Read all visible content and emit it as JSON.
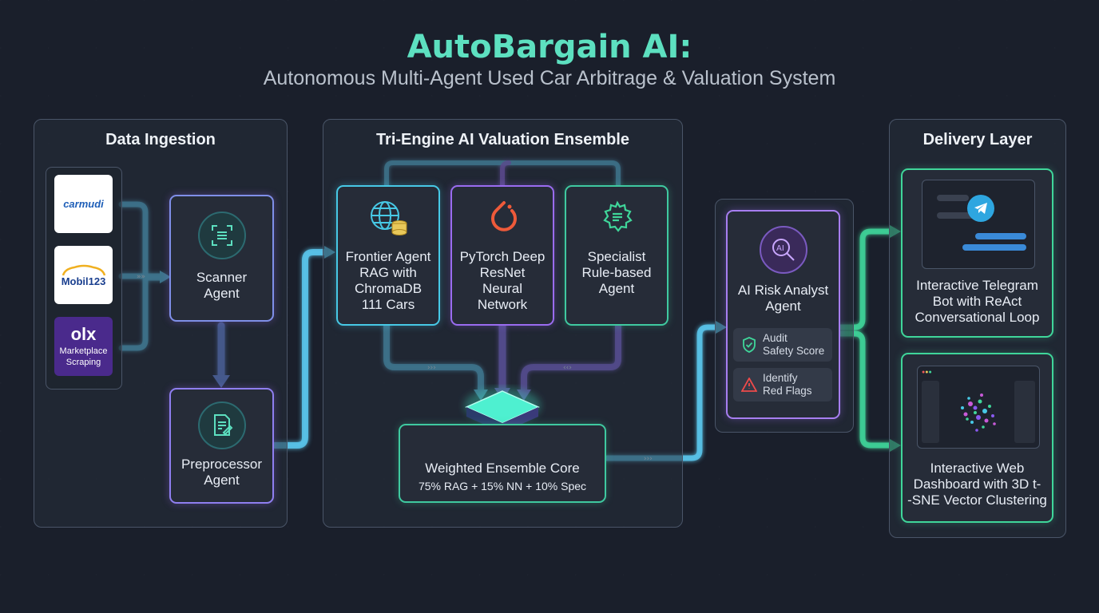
{
  "header": {
    "title": "AutoBargain AI:",
    "subtitle": "Autonomous Multi-Agent Used Car Arbitrage & Valuation System"
  },
  "ingestion": {
    "title": "Data Ingestion",
    "sources": [
      {
        "label": "carmudi",
        "icon": "carmudi-logo"
      },
      {
        "label": "Mobil123",
        "icon": "mobil123-logo"
      },
      {
        "label": "olx",
        "caption": "Marketplace Scraping",
        "icon": "olx-logo"
      }
    ],
    "scanner": {
      "label_1": "Scanner",
      "label_2": "Agent",
      "icon": "scanner-icon"
    },
    "preprocessor": {
      "label_1": "Preprocessor",
      "label_2": "Agent",
      "icon": "document-edit-icon"
    }
  },
  "ensemble": {
    "title": "Tri-Engine AI Valuation Ensemble",
    "frontier": {
      "lines": [
        "Frontier Agent",
        "RAG with",
        "ChromaDB",
        "111 Cars"
      ],
      "icon": "globe-database-icon"
    },
    "pytorch": {
      "lines": [
        "PyTorch Deep",
        "ResNet",
        "Neural",
        "Network"
      ],
      "icon": "pytorch-icon"
    },
    "specialist": {
      "lines": [
        "Specialist",
        "Rule-based",
        "Agent"
      ],
      "icon": "gear-icon"
    },
    "core": {
      "title": "Weighted Ensemble Core",
      "formula": "75% RAG + 15% NN + 10% Spec",
      "icon": "chip-icon"
    }
  },
  "risk": {
    "title_1": "AI Risk Analyst",
    "title_2": "Agent",
    "icon": "ai-magnifier-icon",
    "audit": {
      "line_1": "Audit",
      "line_2": "Safety Score",
      "icon": "shield-check-icon"
    },
    "flags": {
      "line_1": "Identify",
      "line_2": "Red Flags",
      "icon": "warning-icon"
    }
  },
  "delivery": {
    "title": "Delivery Layer",
    "telegram": {
      "lines": [
        "Interactive Telegram",
        "Bot with ReAct",
        "Conversational Loop"
      ],
      "icon": "telegram-icon"
    },
    "dashboard": {
      "lines": [
        "Interactive Web",
        "Dashboard with 3D t-",
        "-SNE Vector Clustering"
      ],
      "icon": "dashboard-preview"
    }
  },
  "colors": {
    "accent_teal": "#5de0c0",
    "cyan": "#47c9e6",
    "purple": "#9a6cf0",
    "green": "#3fd69a",
    "background": "#1a1f2b"
  }
}
